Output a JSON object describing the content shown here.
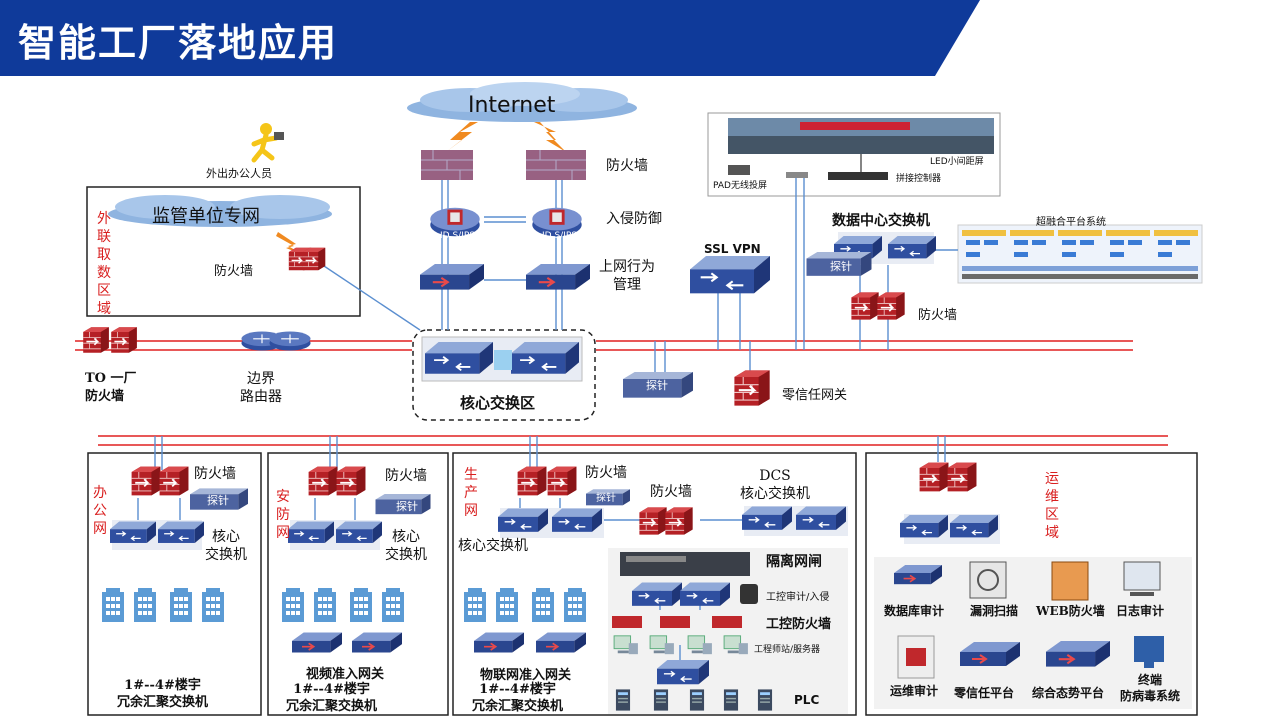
{
  "title": "智能工厂落地应用",
  "colors": {
    "banner": "#0f3a9a",
    "red_line": "#e02020",
    "blue_line": "#5b8fd0",
    "firewall": "#c0282c",
    "building": "#5b9bd5"
  },
  "top": {
    "internet": "Internet",
    "firewall": "防火墙",
    "ids": "入侵防御",
    "behavior": "上网行为\n管理",
    "ids_tag": "ID S/IPS",
    "sslvpn": "SSL VPN",
    "core": "核心交换区",
    "probe": "探针",
    "zero_trust_gw": "零信任网关",
    "border_router": "边界\n路由器",
    "to_plant_fw": "TO 一厂\n防火墙",
    "remote_staff": "外出办公人员"
  },
  "external": {
    "zone_label": "外联取数区域",
    "cloud": "监管单位专网",
    "firewall": "防火墙"
  },
  "datacenter": {
    "switch": "数据中心交换机",
    "probe": "探针",
    "firewall": "防火墙",
    "platform": "超融合平台系统",
    "led": "LED小间距屏",
    "pad": "PAD无线投屏",
    "splice": "拼接控制器"
  },
  "office": {
    "zone": "办公网",
    "firewall": "防火墙",
    "probe": "探针",
    "core": "核心\n交换机",
    "agg": "1#--4#楼宇\n冗余汇聚交换机"
  },
  "security": {
    "zone": "安防网",
    "firewall": "防火墙",
    "probe": "探针",
    "core": "核心\n交换机",
    "video_gw": "视频准入网关",
    "agg": "1#--4#楼宇\n冗余汇聚交换机"
  },
  "production": {
    "zone": "生产网",
    "firewall": "防火墙",
    "probe": "探针",
    "core": "核心交换机",
    "firewall2": "防火墙",
    "dcs": "DCS\n核心交换机",
    "gap": "隔离网闸",
    "ics_audit": "工控审计/入侵",
    "ics_fw": "工控防火墙",
    "station": "工程师站/服务器",
    "plc": "PLC",
    "iot_gw": "物联网准入网关",
    "agg": "1#--4#楼宇\n冗余汇聚交换机"
  },
  "ops": {
    "zone": "运维区域",
    "items": [
      "数据库审计",
      "漏洞扫描",
      "WEB防火墙",
      "日志审计",
      "运维审计",
      "零信任平台",
      "综合态势平台",
      "终端\n防病毒系统"
    ]
  }
}
